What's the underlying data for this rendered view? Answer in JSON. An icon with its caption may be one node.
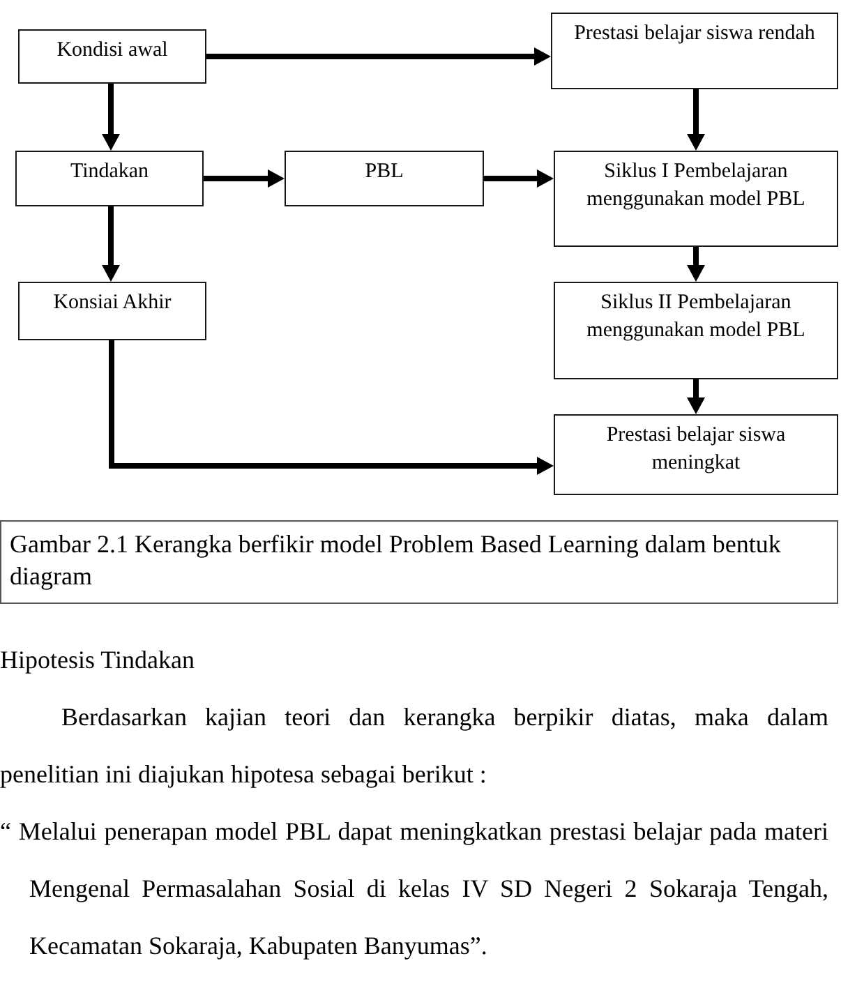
{
  "diagram": {
    "caption": "Gambar 2.1 Kerangka berfikir model Problem Based Learning dalam bentuk diagram",
    "nodes": [
      {
        "text": [
          "Kondisi awal"
        ]
      },
      {
        "text": [
          "Prestasi belajar siswa rendah"
        ]
      },
      {
        "text": [
          "Tindakan"
        ]
      },
      {
        "text": [
          "PBL"
        ]
      },
      {
        "text": [
          "Siklus I Pembelajaran menggunakan model PBL"
        ]
      },
      {
        "text": [
          "Konsiai Akhir"
        ]
      },
      {
        "text": [
          "Siklus II Pembelajaran menggunakan model PBL"
        ]
      },
      {
        "text": [
          "Prestasi belajar siswa meningkat"
        ]
      }
    ],
    "edges": [
      {
        "from": 0,
        "to": 1,
        "arrow": "to"
      },
      {
        "from": 0,
        "to": 2,
        "arrow": "to"
      },
      {
        "from": 1,
        "to": 4,
        "arrow": "to"
      },
      {
        "from": 2,
        "to": 3,
        "arrow": "to"
      },
      {
        "from": 3,
        "to": 4,
        "arrow": "to"
      },
      {
        "from": 2,
        "to": 5,
        "arrow": "to"
      },
      {
        "from": 4,
        "to": 6,
        "arrow": "to"
      },
      {
        "from": 6,
        "to": 7,
        "arrow": "to"
      },
      {
        "from": 5,
        "to": 7,
        "arrow": "to"
      }
    ],
    "labels": [
      "Hipotesis Tindakan",
      "Berdasarkan kajian teori dan kerangka berpikir diatas, maka dalam penelitian ini diajukan hipotesa sebagai berikut :",
      "“ Melalui penerapan model PBL dapat meningkatkan prestasi belajar pada materi Mengenal Permasalahan Sosial di kelas IV SD Negeri 2 Sokaraja Tengah, Kecamatan Sokaraja, Kabupaten Banyumas”."
    ]
  }
}
